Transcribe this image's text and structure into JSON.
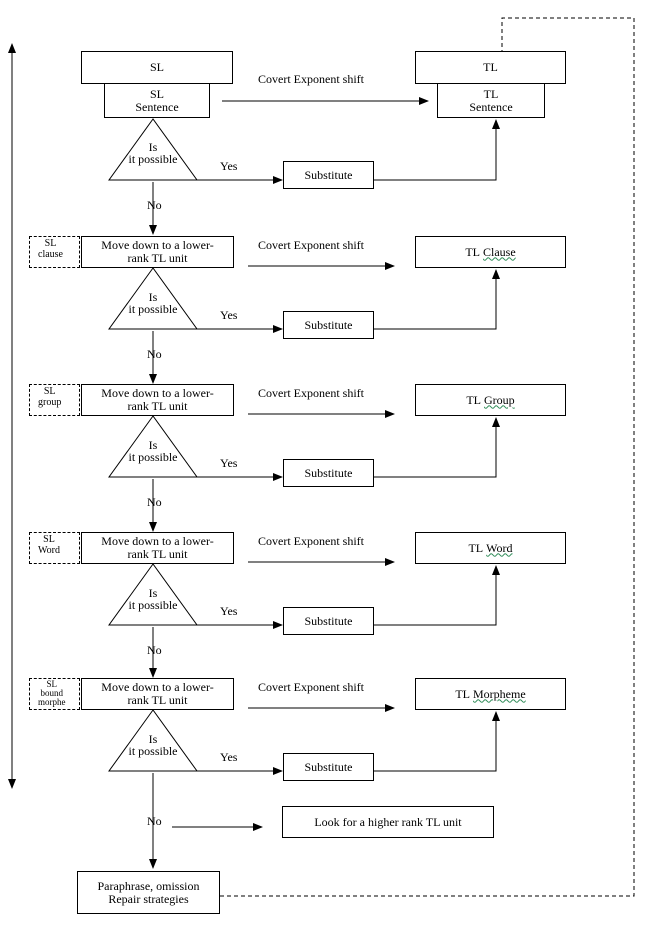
{
  "top": {
    "sl_label": "SL",
    "tl_label": "TL",
    "sl_sentence": "SL\nSentence",
    "tl_sentence": "TL\nSentence"
  },
  "common": {
    "shift_label": "Covert Exponent shift",
    "question": "Is\nit possible",
    "yes": "Yes",
    "no": "No",
    "substitute": "Substitute",
    "move_down": "Move down to a lower-\nrank TL unit"
  },
  "levels": [
    {
      "sl_tag": "SL\nclause",
      "tl_prefix": "TL",
      "tl_unit": "Clause"
    },
    {
      "sl_tag": "SL\ngroup",
      "tl_prefix": "TL",
      "tl_unit": "Group"
    },
    {
      "sl_tag": "SL\nWord",
      "tl_prefix": "TL",
      "tl_unit": "Word"
    },
    {
      "sl_tag": "SL\nbound\nmorphe",
      "tl_prefix": "TL",
      "tl_unit": "Morpheme"
    }
  ],
  "bottom": {
    "higher_rank": "Look for a higher rank TL unit",
    "paraphrase": "Paraphrase, omission\nRepair strategies"
  },
  "colors": {
    "line": "#000000",
    "underline": "#2e8b57"
  }
}
